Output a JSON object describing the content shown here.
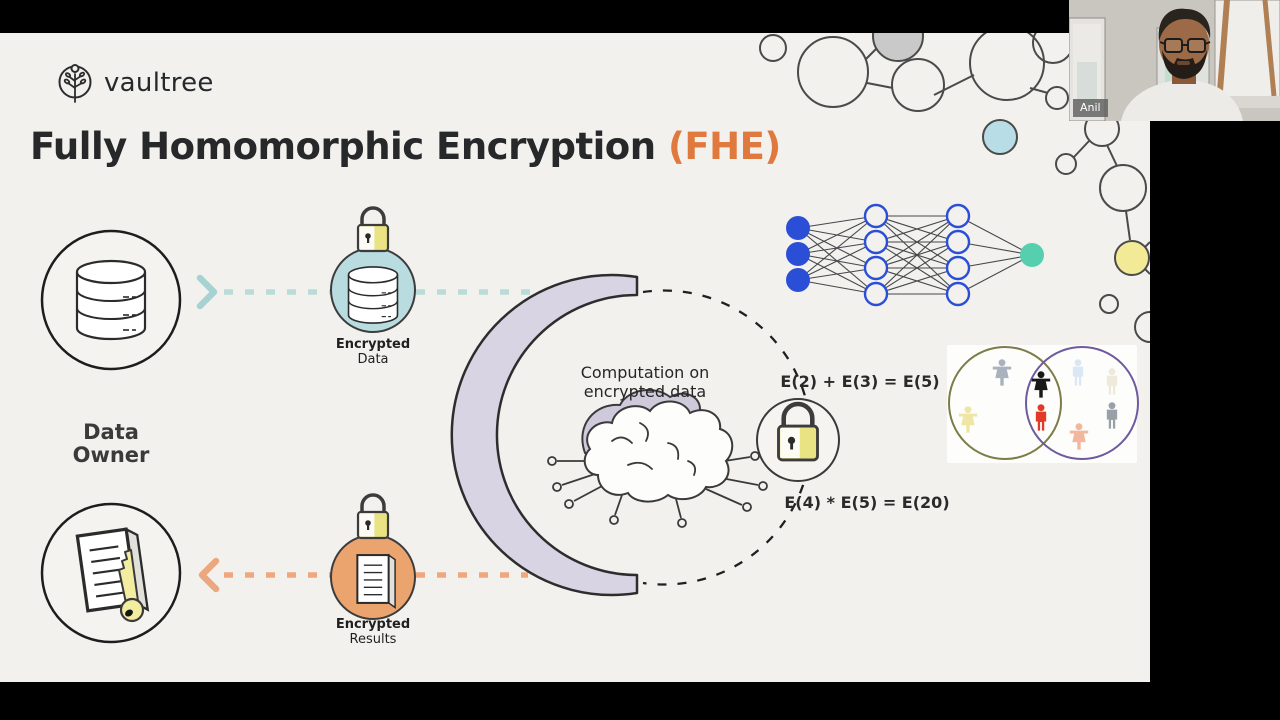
{
  "meeting": {
    "participant_name": "Anil"
  },
  "slide": {
    "brand": "vaultree",
    "title": "Fully Homomorphic Encryption",
    "title_highlight": "(FHE)",
    "data_owner": {
      "line1": "Data",
      "line2": "Owner"
    },
    "encrypted_data": {
      "line1": "Encrypted",
      "line2": "Data"
    },
    "encrypted_results": {
      "line1": "Encrypted",
      "line2": "Results"
    },
    "computation": {
      "line1": "Computation on",
      "line2": "encrypted data"
    },
    "equations": {
      "addition": "E(2) + E(3) = E(5)",
      "multiplication": "E(4) * E(5) = E(20)"
    },
    "icons": {
      "vaultree-logo-icon": "tree in circle",
      "database-icon": "stacked cylinder database",
      "lock-icon": "padlock",
      "document-key-icon": "document with key",
      "brain-icon": "brain with circuit traces",
      "chevron-right-icon": "flow arrow to computation",
      "chevron-left-icon": "flow arrow back to owner",
      "neural-network-diagram": "3-4-4-1 neural network",
      "venn-diagram": "two overlapping circles with people"
    },
    "colors": {
      "slide_background": "#f2f1ee",
      "title_dark": "#26282a",
      "accent_orange": "#e0793e",
      "teal_flow": "#b9dcd9",
      "orange_flow": "#efa87e",
      "encrypted_data_fill": "#b9dce0",
      "encrypted_results_fill": "#eca46f",
      "crescent_lavender": "#d9d4e3",
      "padlock_yellow": "#e9e383",
      "neural_blue": "#2b4ed6",
      "neural_output_teal": "#55cfad",
      "venn_left_olive": "#7c7c49",
      "venn_right_purple": "#6e5a9e"
    }
  }
}
